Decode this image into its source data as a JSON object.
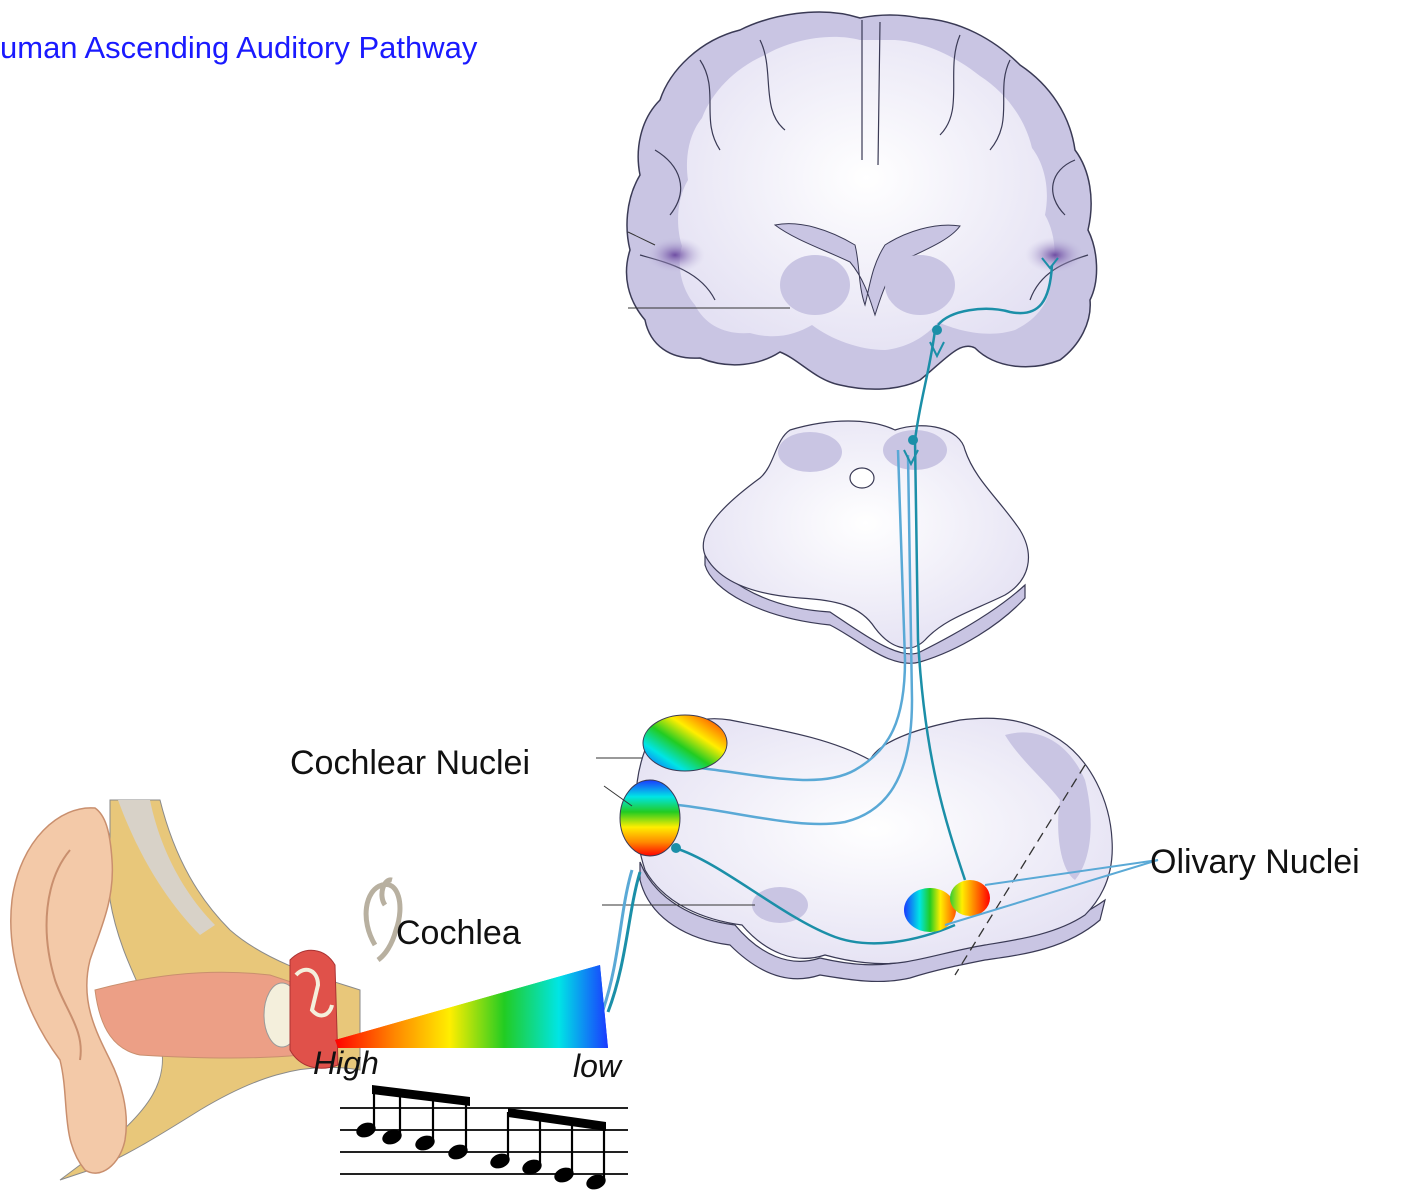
{
  "title": "uman Ascending Auditory Pathway",
  "labels": {
    "cochlear_nuclei": "Cochlear Nuclei",
    "olivary_nuclei": "Olivary Nuclei",
    "cochlea": "Cochlea",
    "high": "High",
    "low": "low"
  },
  "colors": {
    "title": "#1a1aff",
    "tissue_fill": "#f2f0fa",
    "grey_matter": "#c9c5e3",
    "tissue_edge": "#3a3a55",
    "pathway_dark": "#1b8fa8",
    "pathway_light": "#5aa9d6",
    "ear_skin": "#f3c9a8",
    "bone": "#e8c77a"
  },
  "gradient_stops": [
    "#ff0000",
    "#ff8800",
    "#ffee00",
    "#22cc22",
    "#00e5e5",
    "#1a3aff"
  ],
  "icons": {
    "outer_ear": "ear-anatomy-illustration",
    "music_staff": "music-notes-staff",
    "neuron_body": "neuron-cell-body-icon"
  }
}
